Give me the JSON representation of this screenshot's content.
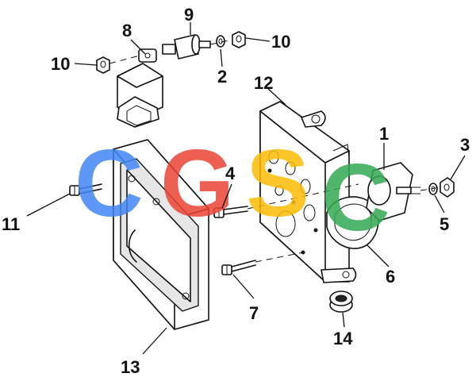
{
  "diagram": {
    "callouts": [
      {
        "id": "c1",
        "label": "1"
      },
      {
        "id": "c2",
        "label": "2"
      },
      {
        "id": "c3",
        "label": "3"
      },
      {
        "id": "c4",
        "label": "4"
      },
      {
        "id": "c5",
        "label": "5"
      },
      {
        "id": "c6",
        "label": "6"
      },
      {
        "id": "c7",
        "label": "7"
      },
      {
        "id": "c8",
        "label": "8"
      },
      {
        "id": "c9",
        "label": "9"
      },
      {
        "id": "c10a",
        "label": "10"
      },
      {
        "id": "c10b",
        "label": "10"
      },
      {
        "id": "c11",
        "label": "11"
      },
      {
        "id": "c12",
        "label": "12"
      },
      {
        "id": "c13",
        "label": "13"
      },
      {
        "id": "c14",
        "label": "14"
      }
    ]
  },
  "watermark": {
    "letters": [
      "C",
      "G",
      "S",
      "C"
    ],
    "colors": [
      "#4285F4",
      "#EA4335",
      "#FBBC05",
      "#34A853"
    ],
    "opacity": 0.85
  }
}
